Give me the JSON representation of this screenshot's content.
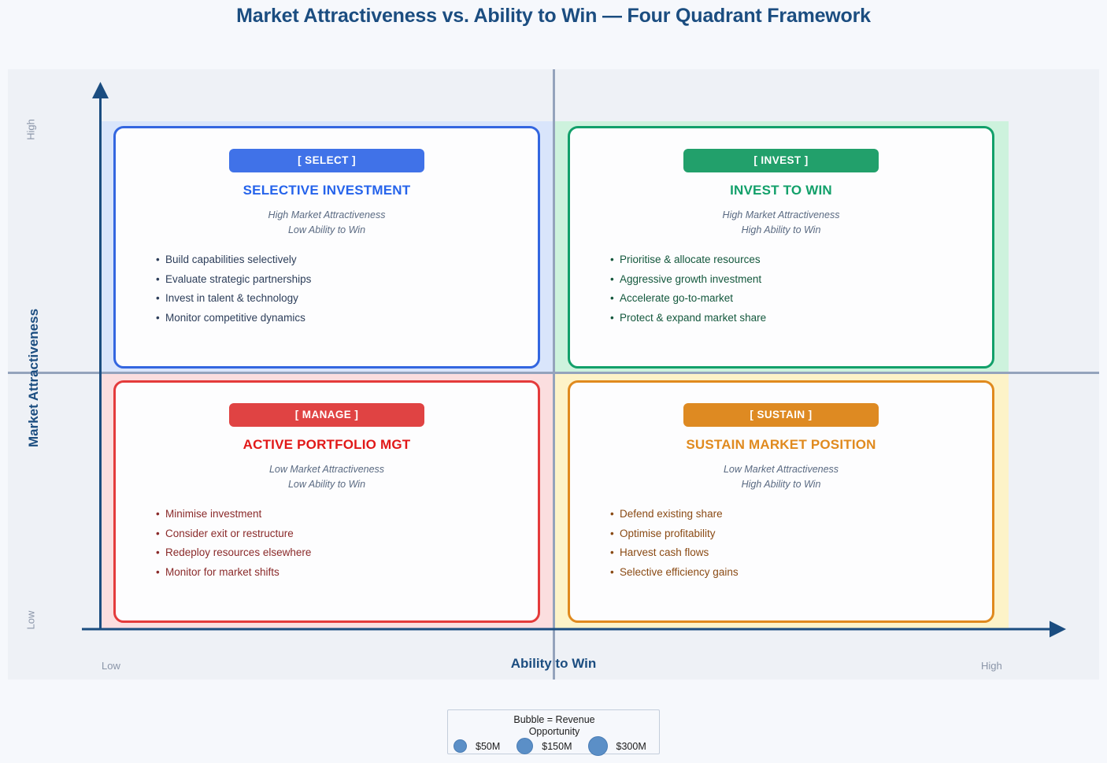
{
  "title": "Market Attractiveness vs. Ability to Win — Four Quadrant Framework",
  "axes": {
    "y_title": "Market Attractiveness",
    "y_high": "High",
    "y_low": "Low",
    "x_title": "Ability to Win",
    "x_low": "Low",
    "x_high": "High"
  },
  "colors": {
    "title": "#1b4d80",
    "select_blue": "#4072e8",
    "invest_green": "#22a06b",
    "manage_red": "#e04343",
    "sustain_orange": "#de8a22",
    "axis": "#1b4d80",
    "grid": "#94a3bc",
    "panel_bg": "#eef1f6",
    "page_bg": "#f6f8fc",
    "bubble": "#5b8fc7"
  },
  "quadrants": [
    {
      "key": "select",
      "badge": "[ SELECT ]",
      "heading": "SELECTIVE INVESTMENT",
      "sub_1": "High Market Attractiveness",
      "sub_2": "Low Ability to Win",
      "bullets": [
        "Build capabilities selectively",
        "Evaluate strategic partnerships",
        "Invest in talent & technology",
        "Monitor competitive dynamics"
      ]
    },
    {
      "key": "invest",
      "badge": "[ INVEST ]",
      "heading": "INVEST TO WIN",
      "sub_1": "High Market Attractiveness",
      "sub_2": "High Ability to Win",
      "bullets": [
        "Prioritise & allocate resources",
        "Aggressive growth investment",
        "Accelerate go-to-market",
        "Protect & expand market share"
      ]
    },
    {
      "key": "manage",
      "badge": "[ MANAGE ]",
      "heading": "ACTIVE PORTFOLIO MGT",
      "sub_1": "Low Market Attractiveness",
      "sub_2": "Low Ability to Win",
      "bullets": [
        "Minimise investment",
        "Consider exit or restructure",
        "Redeploy resources elsewhere",
        "Monitor for market shifts"
      ]
    },
    {
      "key": "sustain",
      "badge": "[ SUSTAIN ]",
      "heading": "SUSTAIN MARKET POSITION",
      "sub_1": "Low Market Attractiveness",
      "sub_2": "High Ability to Win",
      "bullets": [
        "Defend existing share",
        "Optimise profitability",
        "Harvest cash flows",
        "Selective efficiency gains"
      ]
    }
  ],
  "legend": {
    "title_line_1": "Bubble = Revenue",
    "title_line_2": "Opportunity",
    "items": [
      {
        "label": "$50M",
        "size": "small"
      },
      {
        "label": "$150M",
        "size": "medium"
      },
      {
        "label": "$300M",
        "size": "large"
      }
    ]
  },
  "chart_data": {
    "type": "scatter",
    "title": "Market Attractiveness vs. Ability to Win — Four Quadrant Framework",
    "xlabel": "Ability to Win",
    "ylabel": "Market Attractiveness",
    "xlim": [
      "Low",
      "High"
    ],
    "ylim": [
      "Low",
      "High"
    ],
    "grid": false,
    "legend_position": "bottom-center",
    "bubble_encoding": "Bubble = Revenue Opportunity",
    "bubble_size_legend": [
      {
        "label": "$50M",
        "value": 50
      },
      {
        "label": "$150M",
        "value": 150
      },
      {
        "label": "$300M",
        "value": 300
      }
    ],
    "quadrant_map": [
      {
        "position": "top-left",
        "x": "Low",
        "y": "High",
        "tag": "[ SELECT ]",
        "name": "SELECTIVE INVESTMENT",
        "color": "#4072e8"
      },
      {
        "position": "top-right",
        "x": "High",
        "y": "High",
        "tag": "[ INVEST ]",
        "name": "INVEST TO WIN",
        "color": "#22a06b"
      },
      {
        "position": "bottom-left",
        "x": "Low",
        "y": "Low",
        "tag": "[ MANAGE ]",
        "name": "ACTIVE PORTFOLIO MGT",
        "color": "#e04343"
      },
      {
        "position": "bottom-right",
        "x": "High",
        "y": "Low",
        "tag": "[ SUSTAIN ]",
        "name": "SUSTAIN MARKET POSITION",
        "color": "#de8a22"
      }
    ]
  }
}
